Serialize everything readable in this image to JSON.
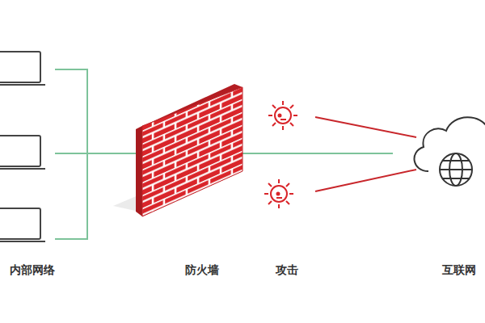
{
  "diagram": {
    "labels": [
      "内部网络",
      "防火墙",
      "攻击",
      "互联网"
    ]
  }
}
